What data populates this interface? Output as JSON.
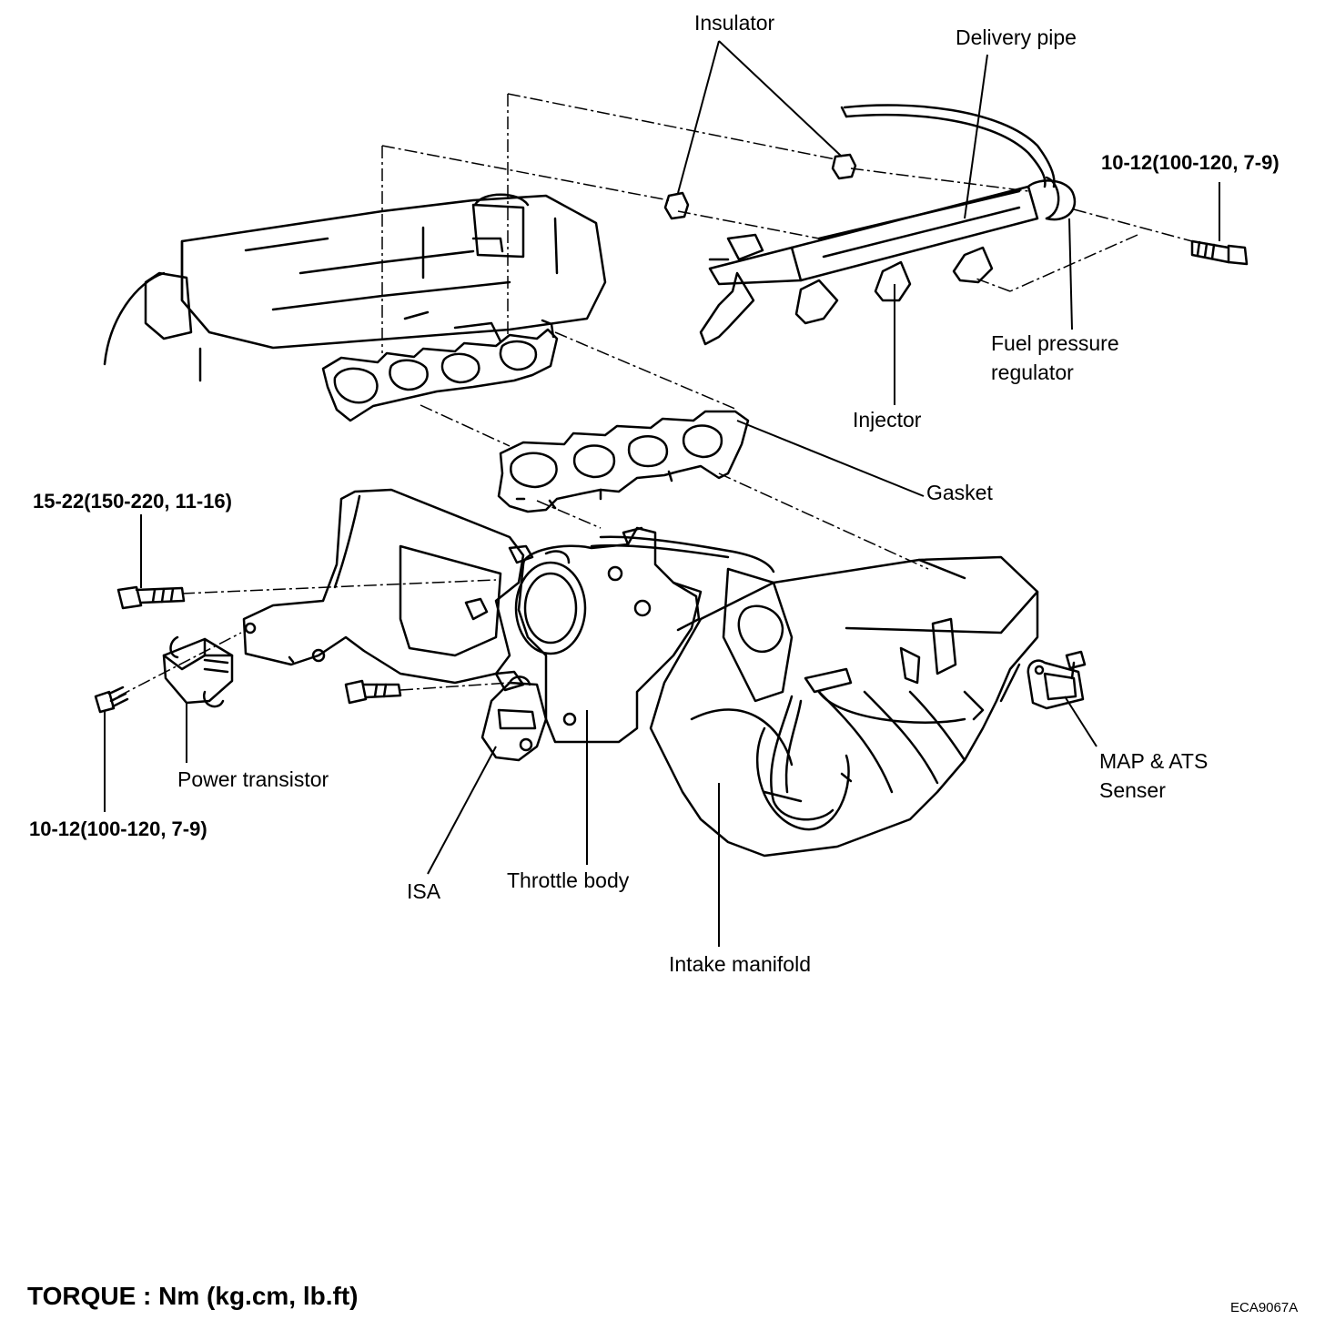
{
  "labels": {
    "insulator": "Insulator",
    "delivery_pipe": "Delivery pipe",
    "fuel_pressure_regulator": [
      "Fuel pressure",
      "regulator"
    ],
    "injector": "Injector",
    "gasket": "Gasket",
    "power_transistor": "Power transistor",
    "isa": "ISA",
    "throttle_body": "Throttle body",
    "intake_manifold": "Intake manifold",
    "map_ats_sensor": [
      "MAP & ATS",
      "Senser"
    ]
  },
  "torque_specs": {
    "delivery_pipe_bolt": "10-12(100-120, 7-9)",
    "throttle_body_bolt": "15-22(150-220, 11-16)",
    "power_transistor_bolt": "10-12(100-120, 7-9)"
  },
  "footer": {
    "torque_units": "TORQUE : Nm (kg.cm, lb.ft)",
    "figure_code": "ECA9067A"
  },
  "colors": {
    "line": "#000000",
    "background": "#ffffff"
  }
}
